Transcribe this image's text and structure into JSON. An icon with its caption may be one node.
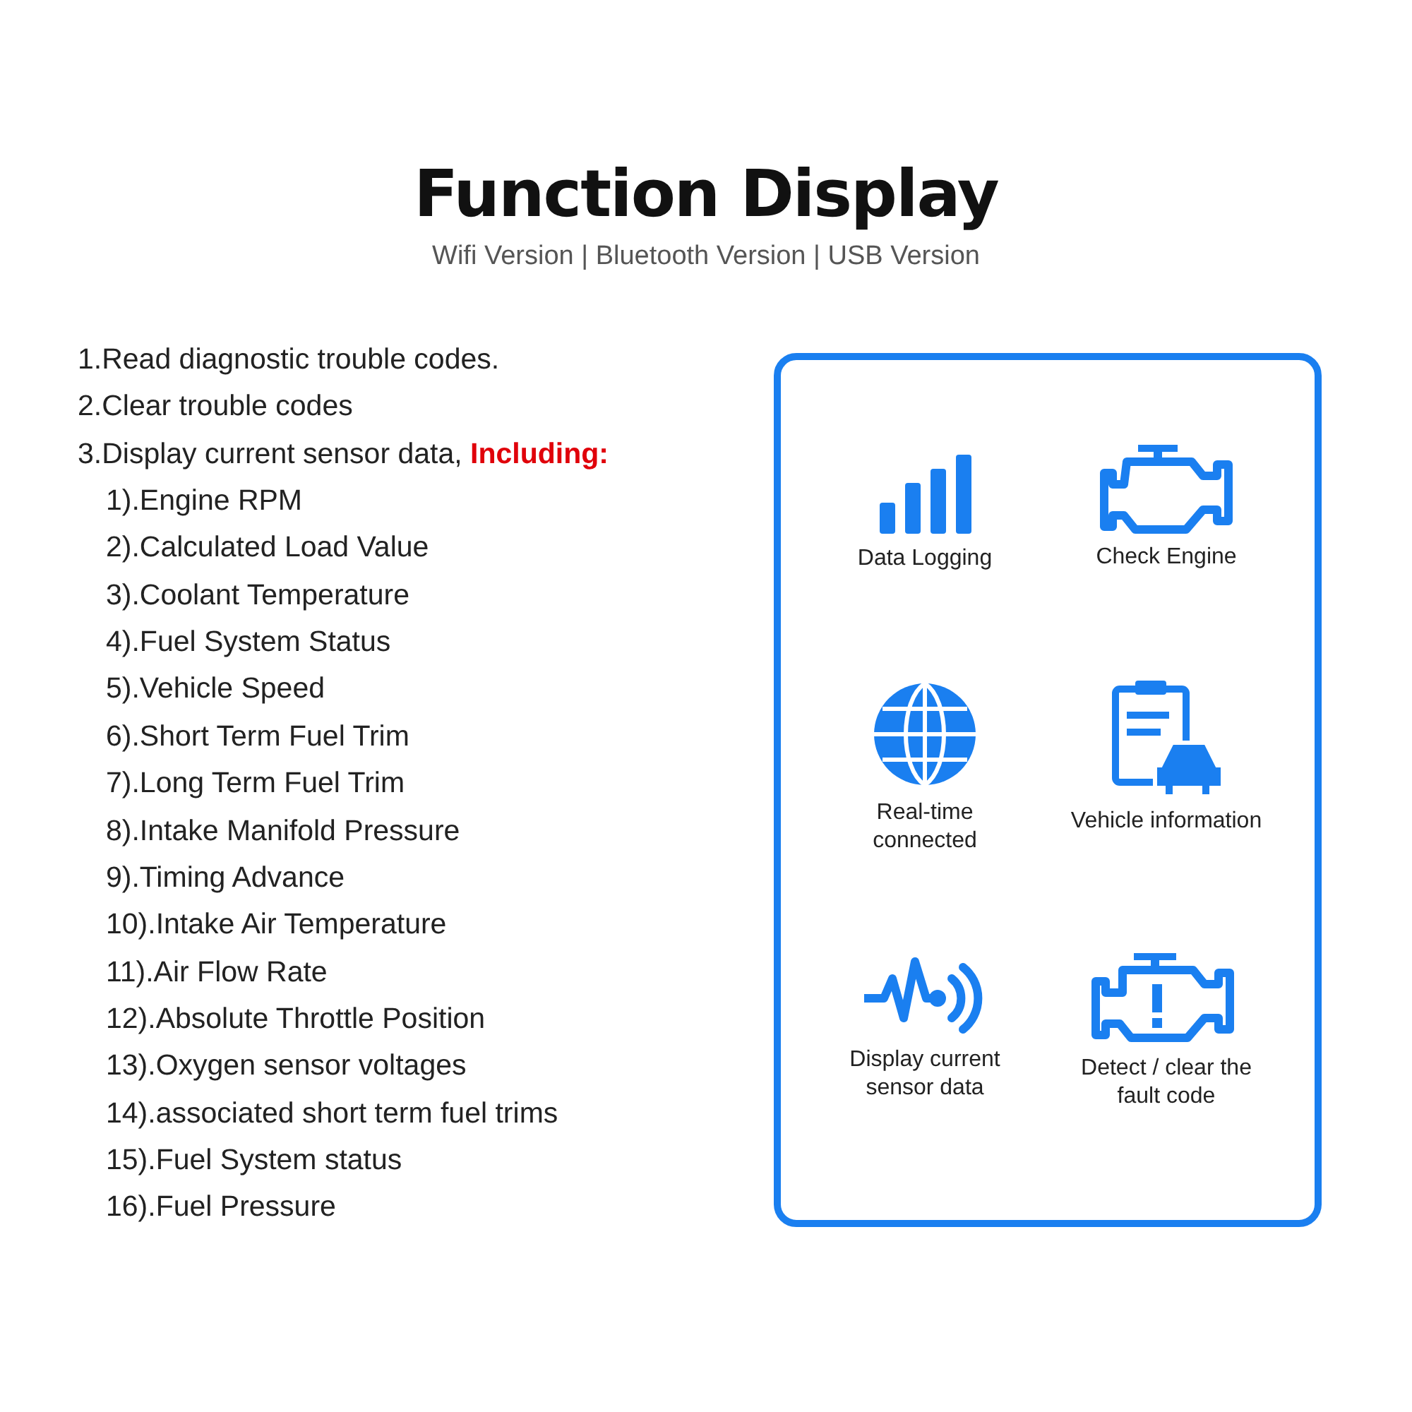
{
  "diagram": {
    "title": "Function Display",
    "nodes": [
      {
        "text": [],
        "shape": "box"
      },
      {
        "text": [
          "Data Logging"
        ],
        "in": 0
      },
      {
        "text": [
          "Check Engine"
        ],
        "in": 0
      },
      {
        "text": [
          "Real-time connected"
        ],
        "in": 0
      },
      {
        "text": [
          "Vehicle information"
        ],
        "in": 0
      },
      {
        "text": [
          "Display current sensor data"
        ],
        "in": 0
      },
      {
        "text": [
          "Detect / clear the fault code"
        ],
        "in": 0
      }
    ],
    "edges": [],
    "labels": [
      "Wifi Version | Bluetooth Version | USB Version",
      "1.Read diagnostic trouble codes.",
      "2.Clear trouble codes",
      "3.Display current sensor data, **Including:**",
      "1).Engine RPM",
      "2).Calculated Load Value",
      "3).Coolant Temperature",
      "4).Fuel System Status",
      "5).Vehicle Speed",
      "6).Short Term Fuel Trim",
      "7).Long Term Fuel Trim",
      "8).Intake Manifold Pressure",
      "9).Timing Advance",
      "10).Intake Air Temperature",
      "11).Air Flow Rate",
      "12).Absolute Throttle Position",
      "13).Oxygen sensor voltages",
      "14).associated short term fuel trims",
      "15).Fuel System status",
      "16).Fuel Pressure"
    ]
  }
}
